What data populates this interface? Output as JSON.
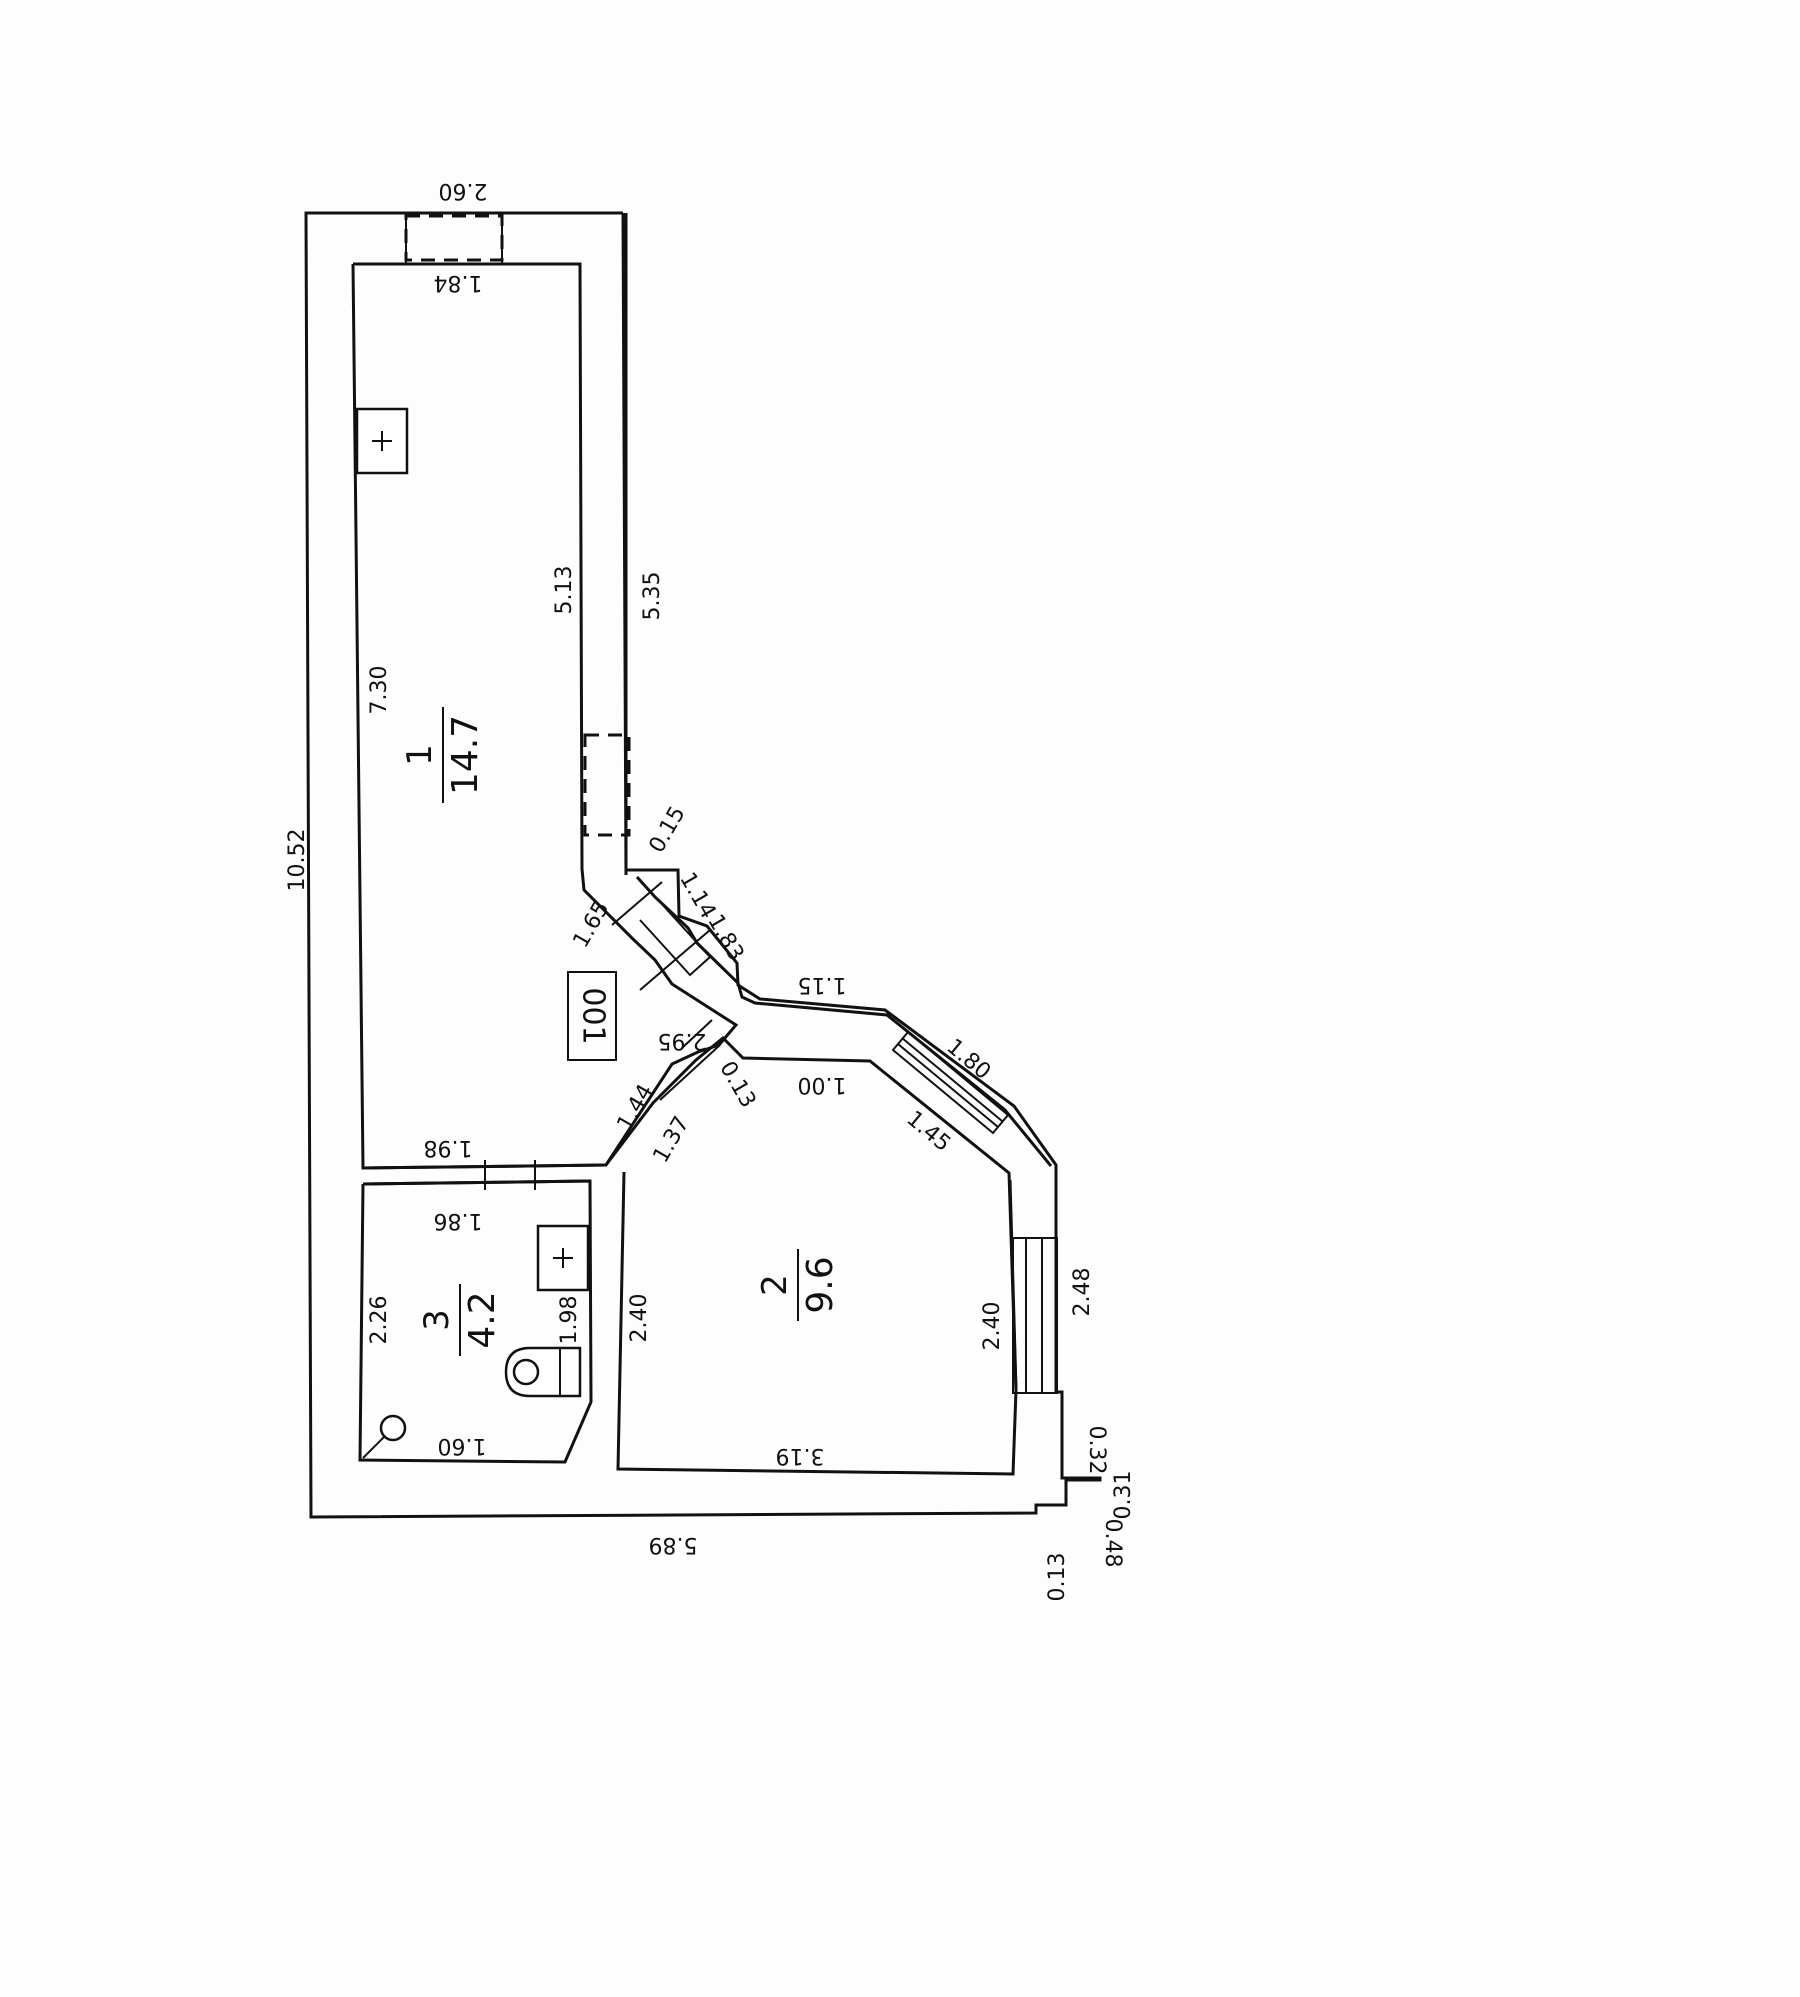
{
  "plan": {
    "room_1": {
      "number": "1",
      "area": "14.7"
    },
    "room_2": {
      "number": "2",
      "area": "9.6"
    },
    "room_3": {
      "number": "3",
      "area": "4.2"
    },
    "unit_tag": "001",
    "dimensions": {
      "top_outer": "2.60",
      "top_inner": "1.84",
      "left_outer": "10.52",
      "room1_left": "7.30",
      "room1_right_inner": "5.13",
      "room1_right_outer": "5.35",
      "niche": "0.15",
      "diag_a": "1.14",
      "diag_b": "1.83",
      "diag_c": "1.65",
      "corridor_top": "1.15",
      "corridor_outer": "2.95",
      "room1_bottom": "1.98",
      "corridor_mid": "1.00",
      "diag_d": "1.44",
      "diag_e": "0.13",
      "diag_f": "1.37",
      "bay_a": "1.80",
      "bay_b": "1.45",
      "room3_top": "1.86",
      "room3_left": "2.26",
      "room3_right": "1.98",
      "room3_bottom": "1.60",
      "room2_left": "2.40",
      "room2_right": "2.40",
      "room2_bottom": "3.19",
      "right_outer": "2.48",
      "step_a": "0.32",
      "step_b": "0.31",
      "step_c": "0.48",
      "step_d": "0.13",
      "bottom_outer": "5.89"
    }
  }
}
